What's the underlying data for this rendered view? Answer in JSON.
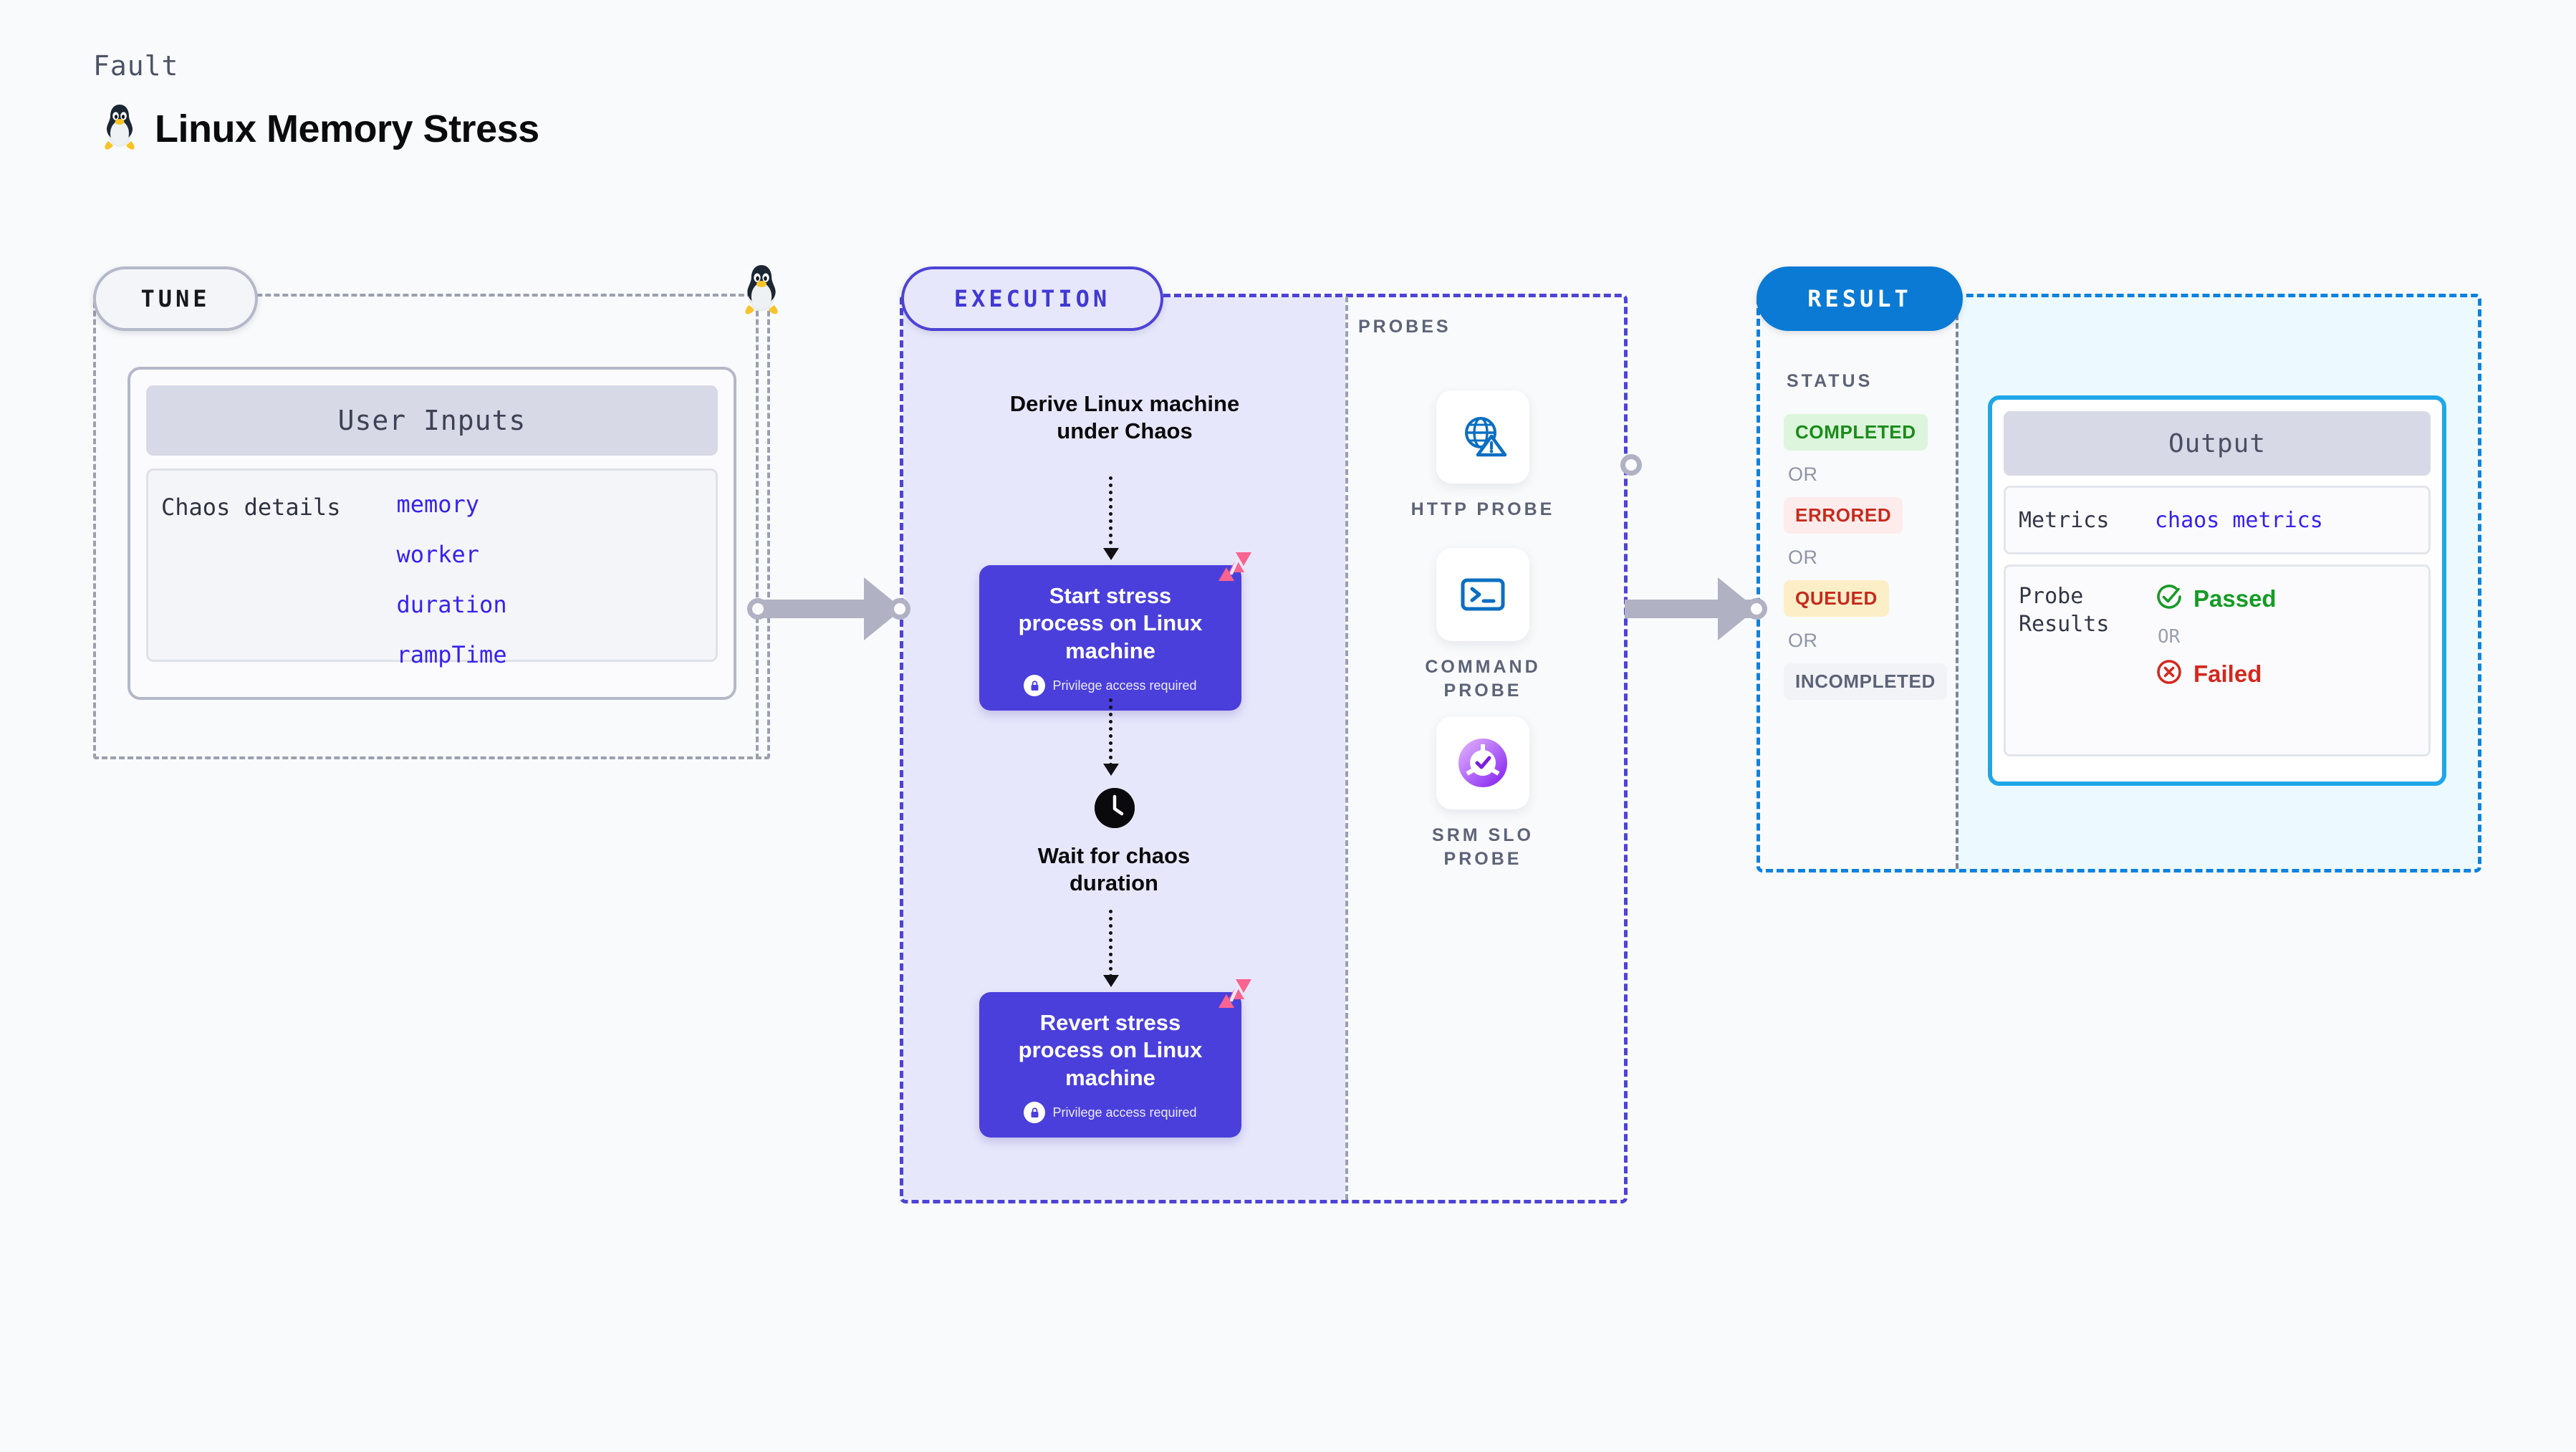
{
  "header": {
    "kicker": "Fault",
    "title": "Linux Memory Stress",
    "icon": "linux-penguin-icon"
  },
  "stages": {
    "tune": {
      "label": "TUNE"
    },
    "execution": {
      "label": "EXECUTION"
    },
    "result": {
      "label": "RESULT"
    }
  },
  "tune": {
    "card_header": "User Inputs",
    "details_label": "Chaos details",
    "params": [
      "memory",
      "worker",
      "duration",
      "rampTime"
    ],
    "edge_icon": "linux-penguin-icon"
  },
  "execution": {
    "derive_label": "Derive Linux machine\nunder Chaos",
    "steps": [
      {
        "title": "Start stress\nprocess on Linux\nmachine",
        "privilege_note": "Privilege access required",
        "lock_icon": "lock-icon",
        "brand_icon": "harness-logo-icon"
      },
      {
        "title": "Revert stress\nprocess on Linux\nmachine",
        "privilege_note": "Privilege access required",
        "lock_icon": "lock-icon",
        "brand_icon": "harness-logo-icon"
      }
    ],
    "wait": {
      "icon": "clock-icon",
      "label": "Wait for chaos\nduration"
    }
  },
  "probes": {
    "title": "PROBES",
    "items": [
      {
        "label": "HTTP PROBE",
        "icon": "globe-warning-icon"
      },
      {
        "label": "COMMAND\nPROBE",
        "icon": "terminal-icon"
      },
      {
        "label": "SRM SLO\nPROBE",
        "icon": "srm-slo-donut-icon"
      }
    ]
  },
  "result": {
    "status_title": "STATUS",
    "or_label": "OR",
    "statuses": [
      {
        "label": "COMPLETED",
        "bg": "#dcf5dc",
        "fg": "#1a8c1a"
      },
      {
        "label": "ERRORED",
        "bg": "#fdeceb",
        "fg": "#c62a1d"
      },
      {
        "label": "QUEUED",
        "bg": "#fcefc7",
        "fg": "#c62a1d"
      },
      {
        "label": "INCOMPLETED",
        "bg": "#f2f3f7",
        "fg": "#5d6377"
      }
    ],
    "output": {
      "header": "Output",
      "metrics_label": "Metrics",
      "metrics_value": "chaos metrics",
      "probe_results_label": "Probe\nResults",
      "passed_label": "Passed",
      "failed_label": "Failed",
      "or_label": "OR",
      "passed_icon": "check-circle-icon",
      "failed_icon": "x-circle-icon"
    }
  },
  "colors": {
    "accent_purple": "#4a3fdb",
    "accent_blue": "#0a7ad4",
    "accent_cyan": "#1fa6e8",
    "param_blue": "#3722ef",
    "harness_pink": "#fb6390",
    "connector_gray": "#b0b2c4"
  }
}
